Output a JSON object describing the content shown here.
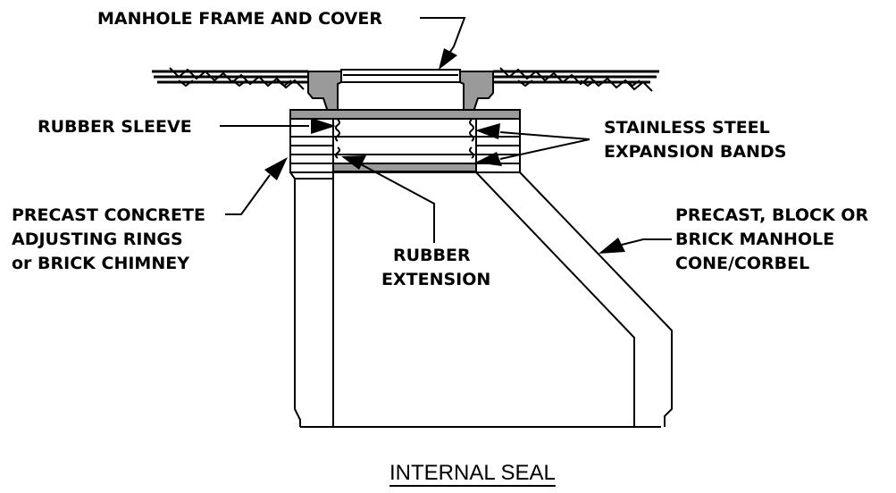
{
  "figure": {
    "title": "INTERNAL SEAL"
  },
  "labels": {
    "frame_cover": "MANHOLE FRAME AND COVER",
    "rubber_sleeve": "RUBBER SLEEVE",
    "stainless_line1": "STAINLESS STEEL",
    "stainless_line2": "EXPANSION BANDS",
    "precast_rings_line1": "PRECAST CONCRETE",
    "precast_rings_line2": "ADJUSTING RINGS",
    "precast_rings_line3": "or BRICK CHIMNEY",
    "rubber_ext_line1": "RUBBER",
    "rubber_ext_line2": "EXTENSION",
    "cone_line1": "PRECAST, BLOCK OR",
    "cone_line2": "BRICK MANHOLE",
    "cone_line3": "CONE/CORBEL"
  }
}
